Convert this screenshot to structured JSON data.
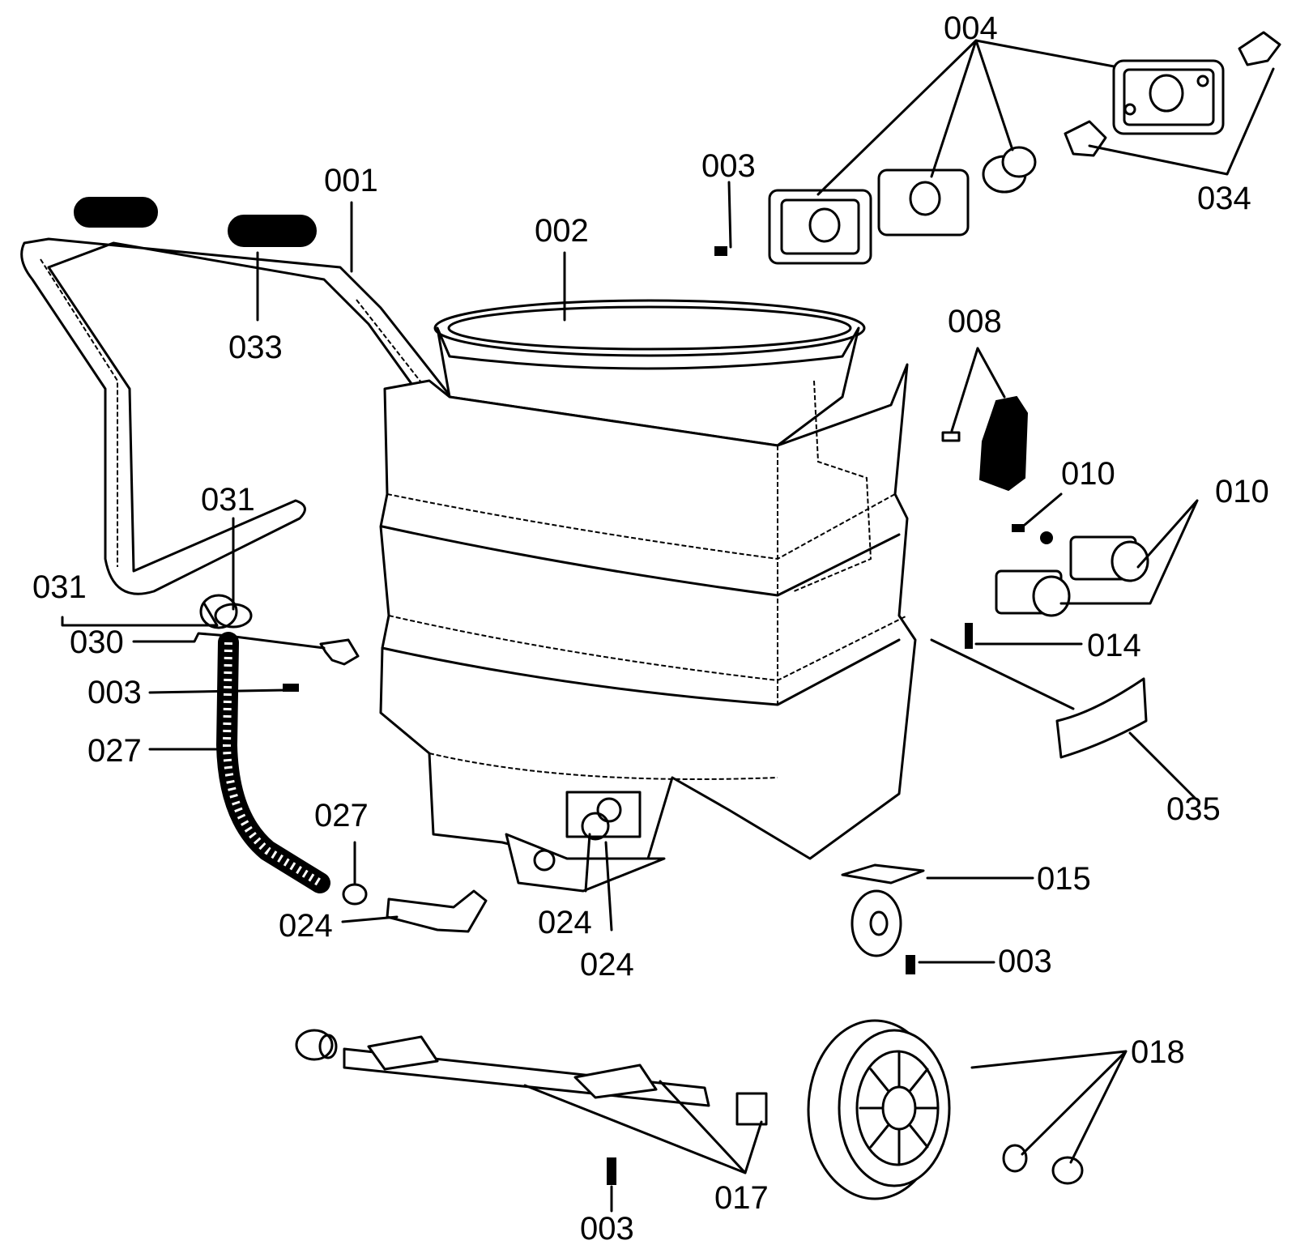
{
  "part_labels": {
    "p001": "001",
    "p002": "002",
    "p003_top": "003",
    "p003_left": "003",
    "p003_right": "003",
    "p003_bottom": "003",
    "p004": "004",
    "p008": "008",
    "p010_a": "010",
    "p010_b": "010",
    "p014": "014",
    "p015": "015",
    "p017": "017",
    "p018": "018",
    "p024_a": "024",
    "p024_b": "024",
    "p024_c": "024",
    "p027_a": "027",
    "p027_b": "027",
    "p030": "030",
    "p031_a": "031",
    "p031_b": "031",
    "p033": "033",
    "p034": "034",
    "p035": "035"
  }
}
